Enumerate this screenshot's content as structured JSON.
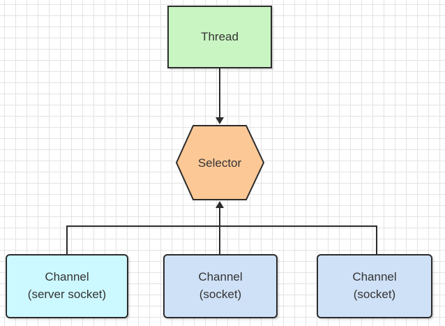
{
  "nodes": {
    "thread": {
      "label": "Thread",
      "fill": "#c9f5c2"
    },
    "selector": {
      "label": "Selector",
      "fill": "#fcc896"
    },
    "channel_server": {
      "line1": "Channel",
      "line2": "(server socket)",
      "fill": "#ccf8ff"
    },
    "channel_socket_1": {
      "line1": "Channel",
      "line2": "(socket)",
      "fill": "#cfe1f7"
    },
    "channel_socket_2": {
      "line1": "Channel",
      "line2": "(socket)",
      "fill": "#cfe1f7"
    }
  },
  "edges": [
    {
      "from": "thread",
      "to": "selector"
    },
    {
      "from": "channel_server",
      "to": "selector"
    },
    {
      "from": "channel_socket_1",
      "to": "selector"
    },
    {
      "from": "channel_socket_2",
      "to": "selector"
    }
  ],
  "colors": {
    "stroke": "#2b2b2b",
    "text": "#333333",
    "grid": "#e3e3e3"
  }
}
